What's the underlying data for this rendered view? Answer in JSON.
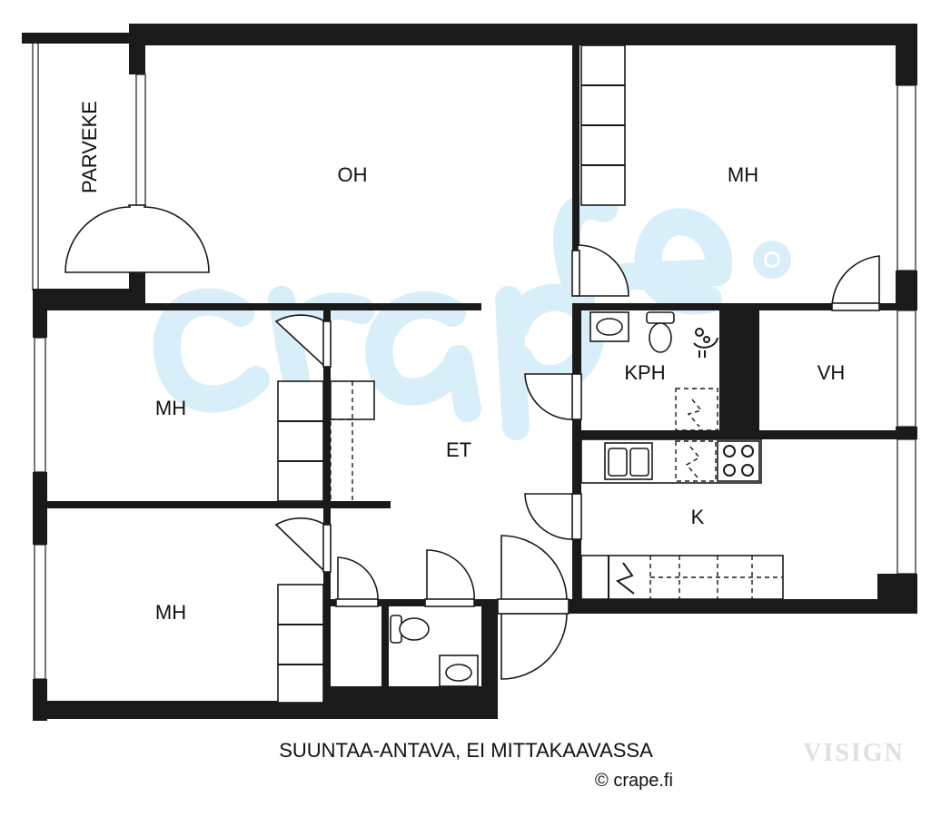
{
  "rooms": {
    "parveke": "PARVEKE",
    "oh": "OH",
    "mh_top_right": "MH",
    "mh_middle_left": "MH",
    "mh_bottom_left": "MH",
    "kph": "KPH",
    "vh": "VH",
    "et": "ET",
    "k": "K"
  },
  "footer": {
    "note": "SUUNTAA-ANTAVA, EI MITTAKAAVASSA",
    "copyright": "© crape.fi"
  },
  "watermarks": {
    "brand": "crape.",
    "vendor": "VISIGN"
  },
  "colors": {
    "walls": "#1a1a1a",
    "watermark": "#d8eef8",
    "vendor_mark": "#d9d9d9"
  }
}
